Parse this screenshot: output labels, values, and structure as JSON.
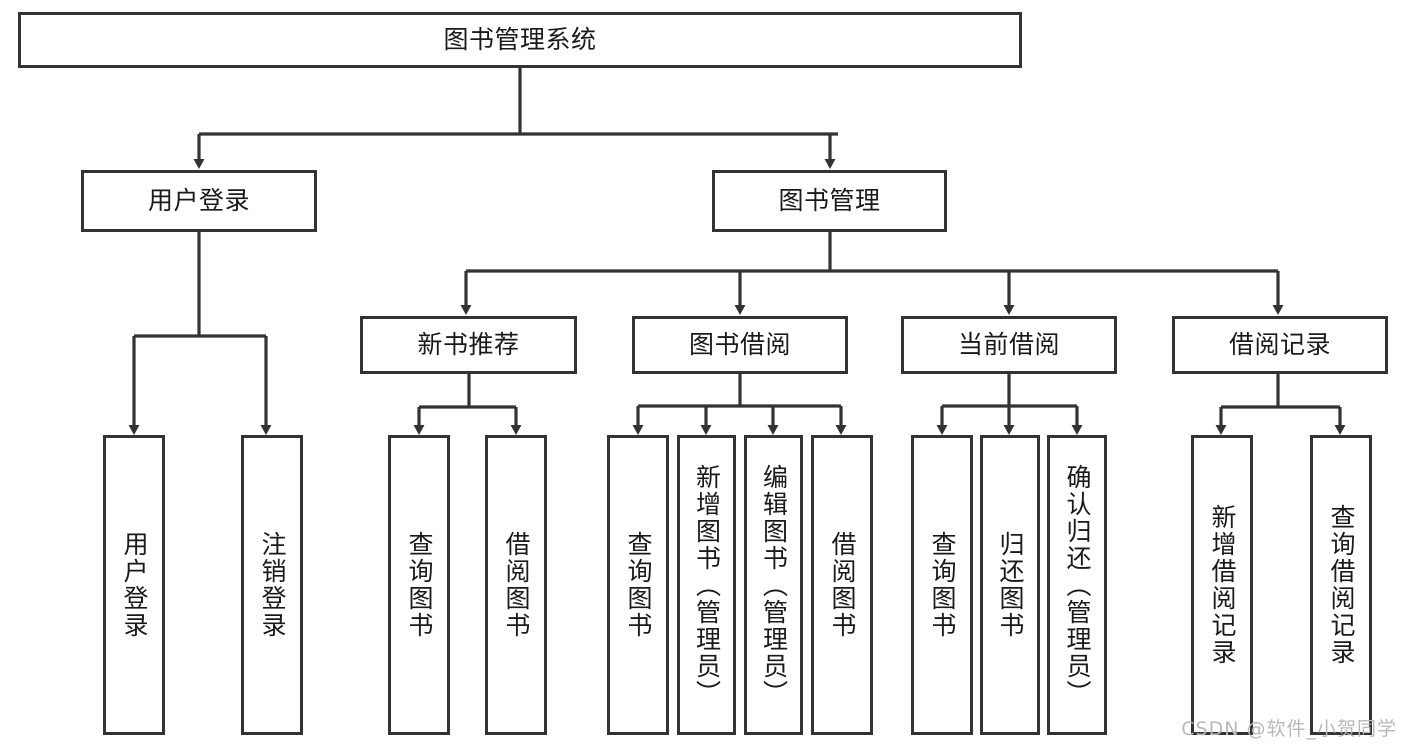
{
  "diagram": {
    "title": "图书管理系统",
    "type": "tree-hierarchy-diagram",
    "colors": {
      "box_border": "#333333",
      "box_fill": "#ffffff",
      "edge": "#333333",
      "text": "#1a1a1a",
      "watermark": "#b9b9b9",
      "background": "#ffffff"
    },
    "root": {
      "label": "图书管理系统"
    },
    "level2": [
      {
        "label": "用户登录"
      },
      {
        "label": "图书管理"
      }
    ],
    "level3": [
      {
        "label": "新书推荐"
      },
      {
        "label": "图书借阅"
      },
      {
        "label": "当前借阅"
      },
      {
        "label": "借阅记录"
      }
    ],
    "leaves": {
      "user_login": [
        {
          "label": "用户登录"
        },
        {
          "label": "注销登录"
        }
      ],
      "new_book_recommend": [
        {
          "label": "查询图书"
        },
        {
          "label": "借阅图书"
        }
      ],
      "book_borrow": [
        {
          "label": "查询图书"
        },
        {
          "label": "新增图书（管理员）"
        },
        {
          "label": "编辑图书（管理员）"
        },
        {
          "label": "借阅图书"
        }
      ],
      "current_borrow": [
        {
          "label": "查询图书"
        },
        {
          "label": "归还图书"
        },
        {
          "label": "确认归还（管理员）"
        }
      ],
      "borrow_record": [
        {
          "label": "新增借阅记录"
        },
        {
          "label": "查询借阅记录"
        }
      ]
    }
  },
  "watermark": {
    "text": "CSDN @软件_小贺同学"
  }
}
